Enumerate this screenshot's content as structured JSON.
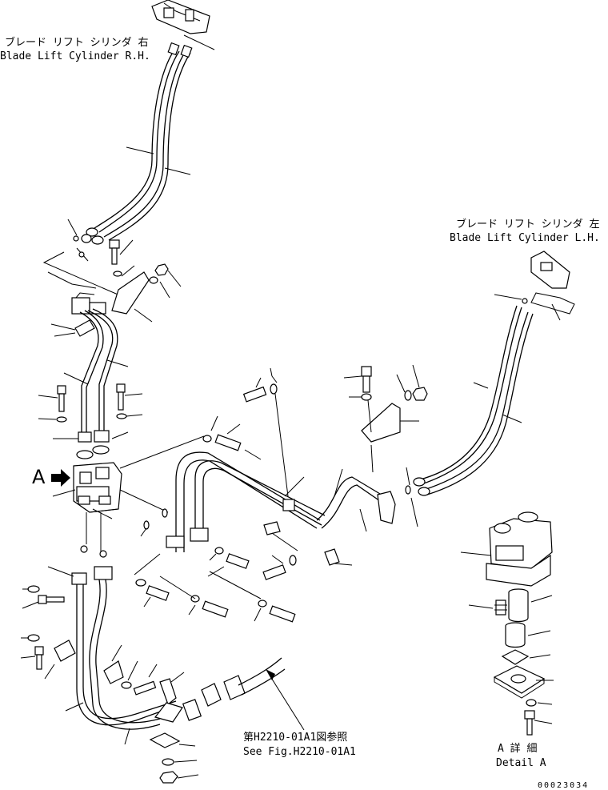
{
  "labels": {
    "rh_jp": "ブレード リフト シリンダ 右",
    "rh_en": "Blade Lift Cylinder R.H.",
    "lh_jp": "ブレード リフト シリンダ 左",
    "lh_en": "Blade Lift Cylinder L.H.",
    "detail_marker": "A",
    "ref_jp": "第H2210-01A1図参照",
    "ref_en": "See Fig.H2210-01A1",
    "detail_jp": "A 詳 細",
    "detail_en": "Detail A",
    "figure_no": "00023034"
  },
  "icons": {
    "detail_arrow": "arrow-right-icon"
  }
}
